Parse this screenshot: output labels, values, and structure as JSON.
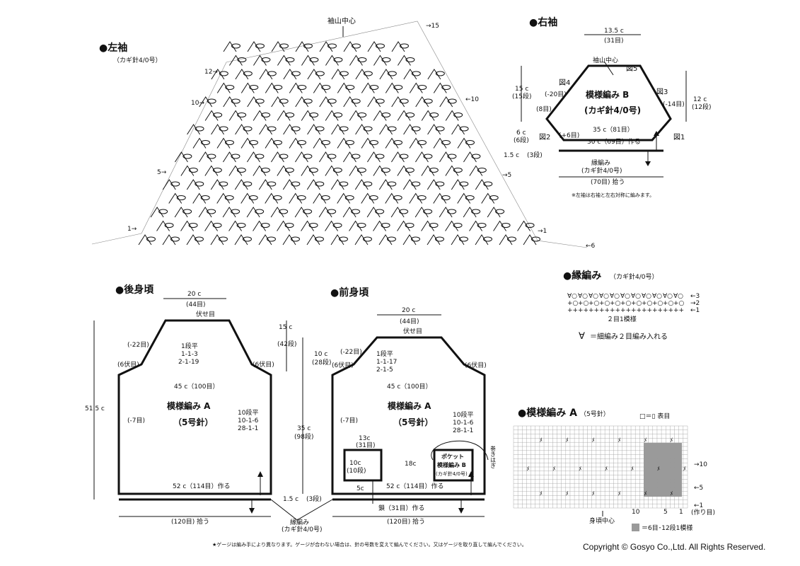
{
  "sections": {
    "left_sleeve": {
      "title": "●左袖",
      "hook": "（カギ針4/0号）",
      "center_label": "袖山中心",
      "rows": [
        "→15",
        "12→",
        "←10",
        "10→",
        "5→",
        "→5",
        "1→",
        "→1",
        "←6"
      ]
    },
    "right_sleeve": {
      "title": "●右袖",
      "top_width": "13.5 c",
      "top_stitches": "(31目)",
      "center_label": "袖山中心",
      "fig5": "図5",
      "fig4": "図4",
      "fig3": "図3",
      "fig2": "図2",
      "fig1": "図1",
      "dec_left": "(-20目)",
      "dec_right": "(-14目)",
      "height_cm": "15 c",
      "height_rows": "(15段)",
      "right_cm": "12 c",
      "right_rows": "(12段)",
      "left8": "(8目)",
      "pattern": "模様編み B",
      "needle": "(カギ針4/0号)",
      "width35": "35 c（81目）",
      "inc": "(+6目)",
      "cm6": "6 c",
      "rows6": "(6段)",
      "cm15": "1.5 c",
      "rows3": "(3段)",
      "width30": "30 c（69目）作る",
      "edge": "縁編み",
      "edge_needle": "(カギ針4/0号)",
      "pick": "(70目) 拾う",
      "note": "※左袖は右袖と左右対称に編みます。"
    },
    "border": {
      "title": "●縁編み",
      "hook": "（カギ針4/0号）",
      "row3": "←3",
      "row2": "→2",
      "row1": "←1",
      "repeat": "２目1模様",
      "symbol_note": "＝細編み２目編み入れる"
    },
    "back": {
      "title": "●後身頃",
      "top": "20 c",
      "top_st": "(44目)",
      "bind": "伏せ目",
      "dec": "(-22目)",
      "bo6l": "(6伏目)",
      "bo6r": "(6伏目)",
      "rows": [
        "1段平",
        "1-1-3",
        "2-1-19"
      ],
      "right_cm": "15 c",
      "right_rows": "(42段)",
      "width45": "45 c（100目）",
      "pattern": "模様編み A",
      "needle": "（5号針）",
      "side": "(-7目)",
      "total": "51.5 c",
      "rows2": [
        "10段平",
        "10-1-6",
        "28-1-1"
      ],
      "width52": "52 c（114目）作る",
      "pick": "(120目) 拾う"
    },
    "front": {
      "title": "●前身頃",
      "top": "20 c",
      "top_st": "(44目)",
      "bind": "伏せ目",
      "dec": "(-22目)",
      "bo6l": "(6伏目)",
      "bo6r": "(6伏目)",
      "rows": [
        "1段平",
        "1-1-17",
        "2-1-5"
      ],
      "left_cm": "10 c",
      "left_rows": "(28段)",
      "width45": "45 c（100目）",
      "pattern": "模様編み A",
      "needle": "（5号針）",
      "side": "(-7目)",
      "rows2": [
        "10段平",
        "10-1-6",
        "28-1-1"
      ],
      "cm35": "35 c",
      "rows98": "(98段)",
      "pocket_w": "13c",
      "pocket_st": "(31目)",
      "pocket_h": "10c",
      "pocket_rows": "(10段)",
      "gap": "18c",
      "pocket": [
        "ポケット",
        "模様編み B",
        "(カギ針4/0号)"
      ],
      "sew": "巻きはぎ",
      "cm5": "5c",
      "chain": "鎖（31目）作る",
      "width52": "52 c（114目）作る",
      "pick": "(120目) 拾う",
      "cm15": "1.5 c",
      "rows3": "(3段)",
      "edge": "縁編み",
      "edge_needle": "(カギ針4/0号)"
    },
    "chart": {
      "title": "●模様編み A",
      "needle": "（5号針）",
      "legend": "□＝▯ 表目",
      "r10": "→10",
      "r5": "←5",
      "r1": "←1",
      "start": "(作り目)",
      "n10": "10",
      "n5": "5",
      "n1": "1",
      "center": "身頃中心",
      "shade": "＝6目･12段1模様",
      "cross": "ﾒ"
    }
  },
  "footer": {
    "note": "★ゲージは編み手により異なります。ゲージが合わない場合は、針の号数を変えて編んでください。又はゲージを取り直して編んでください。",
    "copyright": "Copyright © Gosyo Co.,Ltd. All Rights Reserved."
  }
}
